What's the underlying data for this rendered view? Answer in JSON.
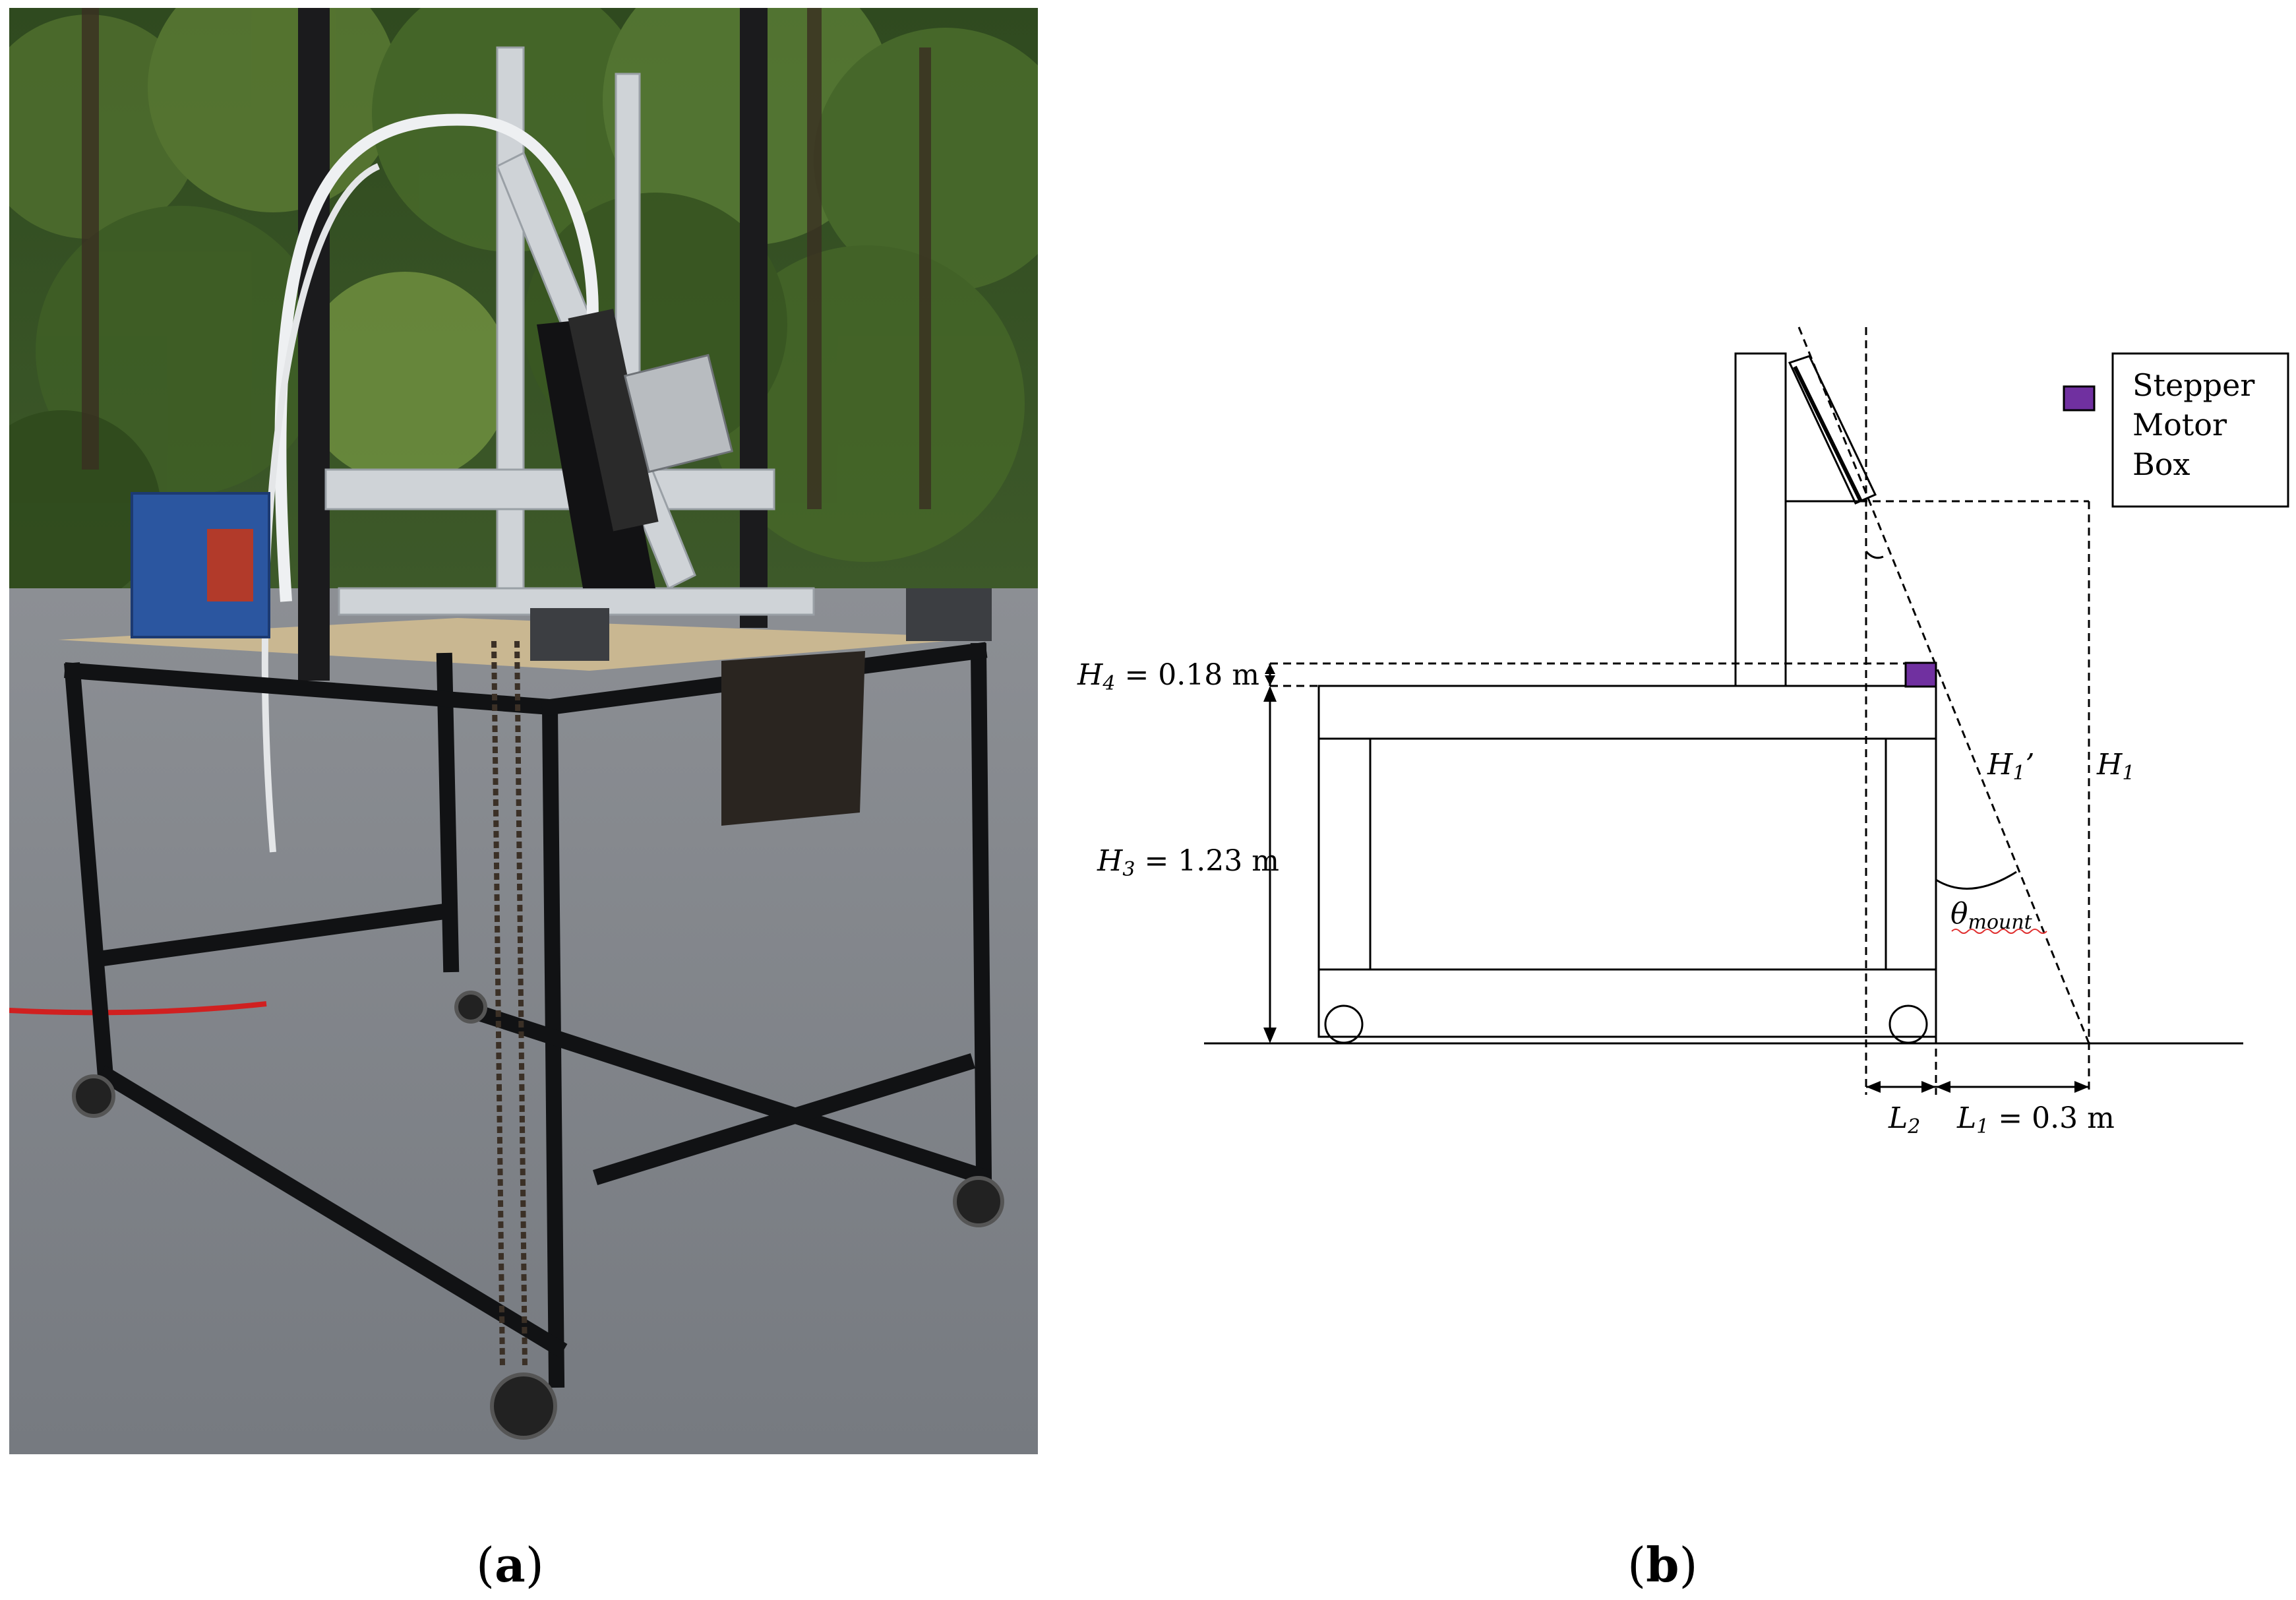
{
  "captions": {
    "a_open": "(",
    "a_letter": "a",
    "a_close": ")",
    "b_open": "(",
    "b_letter": "b",
    "b_close": ")"
  },
  "diagram": {
    "legend": {
      "line1": "Stepper",
      "line2": "Motor",
      "line3": "Box",
      "swatch_color": "#7030a0"
    },
    "labels": {
      "h4_sym": "H",
      "h4_sub": "4",
      "h4_value": " = 0.18 m",
      "h3_sym": "H",
      "h3_sub": "3",
      "h3_value": " = 1.23 m",
      "h1p_sym": "H",
      "h1p_sub": "1",
      "h1p_prime": "’",
      "h1_sym": "H",
      "h1_sub": "1",
      "theta_sym": "θ",
      "theta_sub": "mount",
      "l2_sym": "L",
      "l2_sub": "2",
      "l1_sym": "L",
      "l1_sub": "1",
      "l1_value": " = 0.3 m"
    }
  },
  "colors": {
    "purple": "#7030a0",
    "spellcheck": "#e03030"
  }
}
